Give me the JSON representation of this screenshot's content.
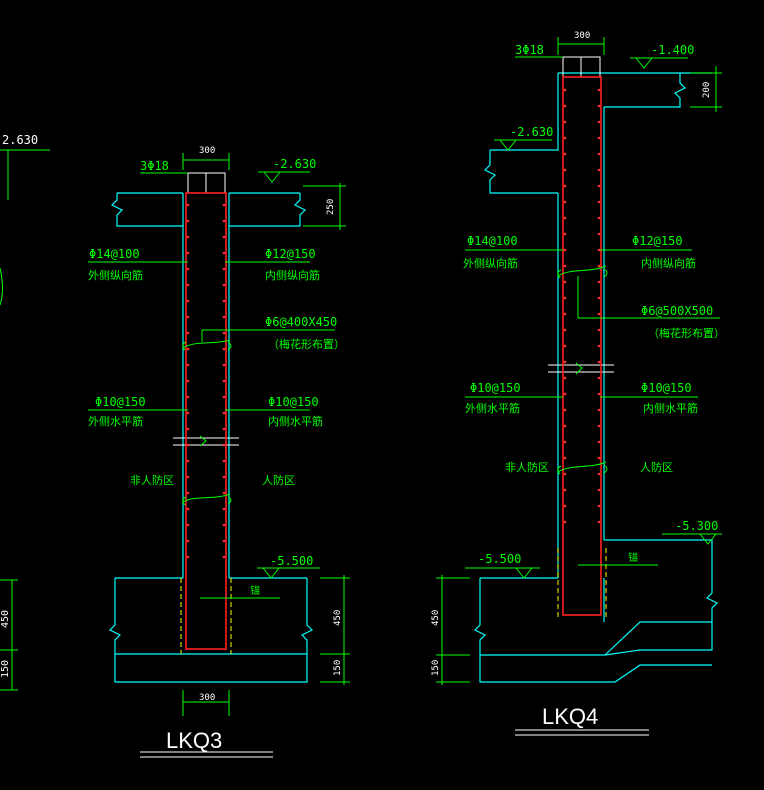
{
  "left_edge": {
    "elev_top": "2.630",
    "dim_a": "450",
    "dim_b": "150"
  },
  "lkq3": {
    "title": "LKQ3",
    "top_bars": "3Φ18",
    "top_width": "300",
    "top_elev": "-2.630",
    "slab_dim": "250",
    "outer_vertical": "Φ14@100",
    "outer_vertical_name": "外侧纵向筋",
    "inner_vertical": "Φ12@150",
    "inner_vertical_name": "内侧纵向筋",
    "tie": "Φ6@400X450",
    "tie_name": "（梅花形布置）",
    "outer_horizontal": "Φ10@150",
    "outer_horizontal_name": "外侧水平筋",
    "inner_horizontal": "Φ10@150",
    "inner_horizontal_name": "内侧水平筋",
    "non_civil_defense": "非人防区",
    "civil_defense": "人防区",
    "bottom_elev": "-5.500",
    "anchor_note": "锚",
    "foot_dim_a": "450",
    "foot_dim_b": "150",
    "bottom_width": "300"
  },
  "lkq4": {
    "title": "LKQ4",
    "top_bars": "3Φ18",
    "top_width": "300",
    "top_elev": "-1.400",
    "top_slab_dim": "200",
    "mid_elev": "-2.630",
    "outer_vertical": "Φ14@100",
    "outer_vertical_name": "外侧纵向筋",
    "inner_vertical": "Φ12@150",
    "inner_vertical_name": "内侧纵向筋",
    "tie": "Φ6@500X500",
    "tie_name": "（梅花形布置）",
    "outer_horizontal": "Φ10@150",
    "outer_horizontal_name": "外侧水平筋",
    "inner_horizontal": "Φ10@150",
    "inner_horizontal_name": "内侧水平筋",
    "non_civil_defense": "非人防区",
    "civil_defense": "人防区",
    "right_elev": "-5.300",
    "left_elev": "-5.500",
    "anchor_note": "锚",
    "foot_dim_a": "450",
    "foot_dim_b": "150"
  },
  "colors": {
    "background": "#000000",
    "concrete_outline": "#00ffff",
    "annotation": "#00ff00",
    "rebar": "#ff2020",
    "dimension_text": "#ffffff",
    "hidden_line": "#ffff00"
  }
}
